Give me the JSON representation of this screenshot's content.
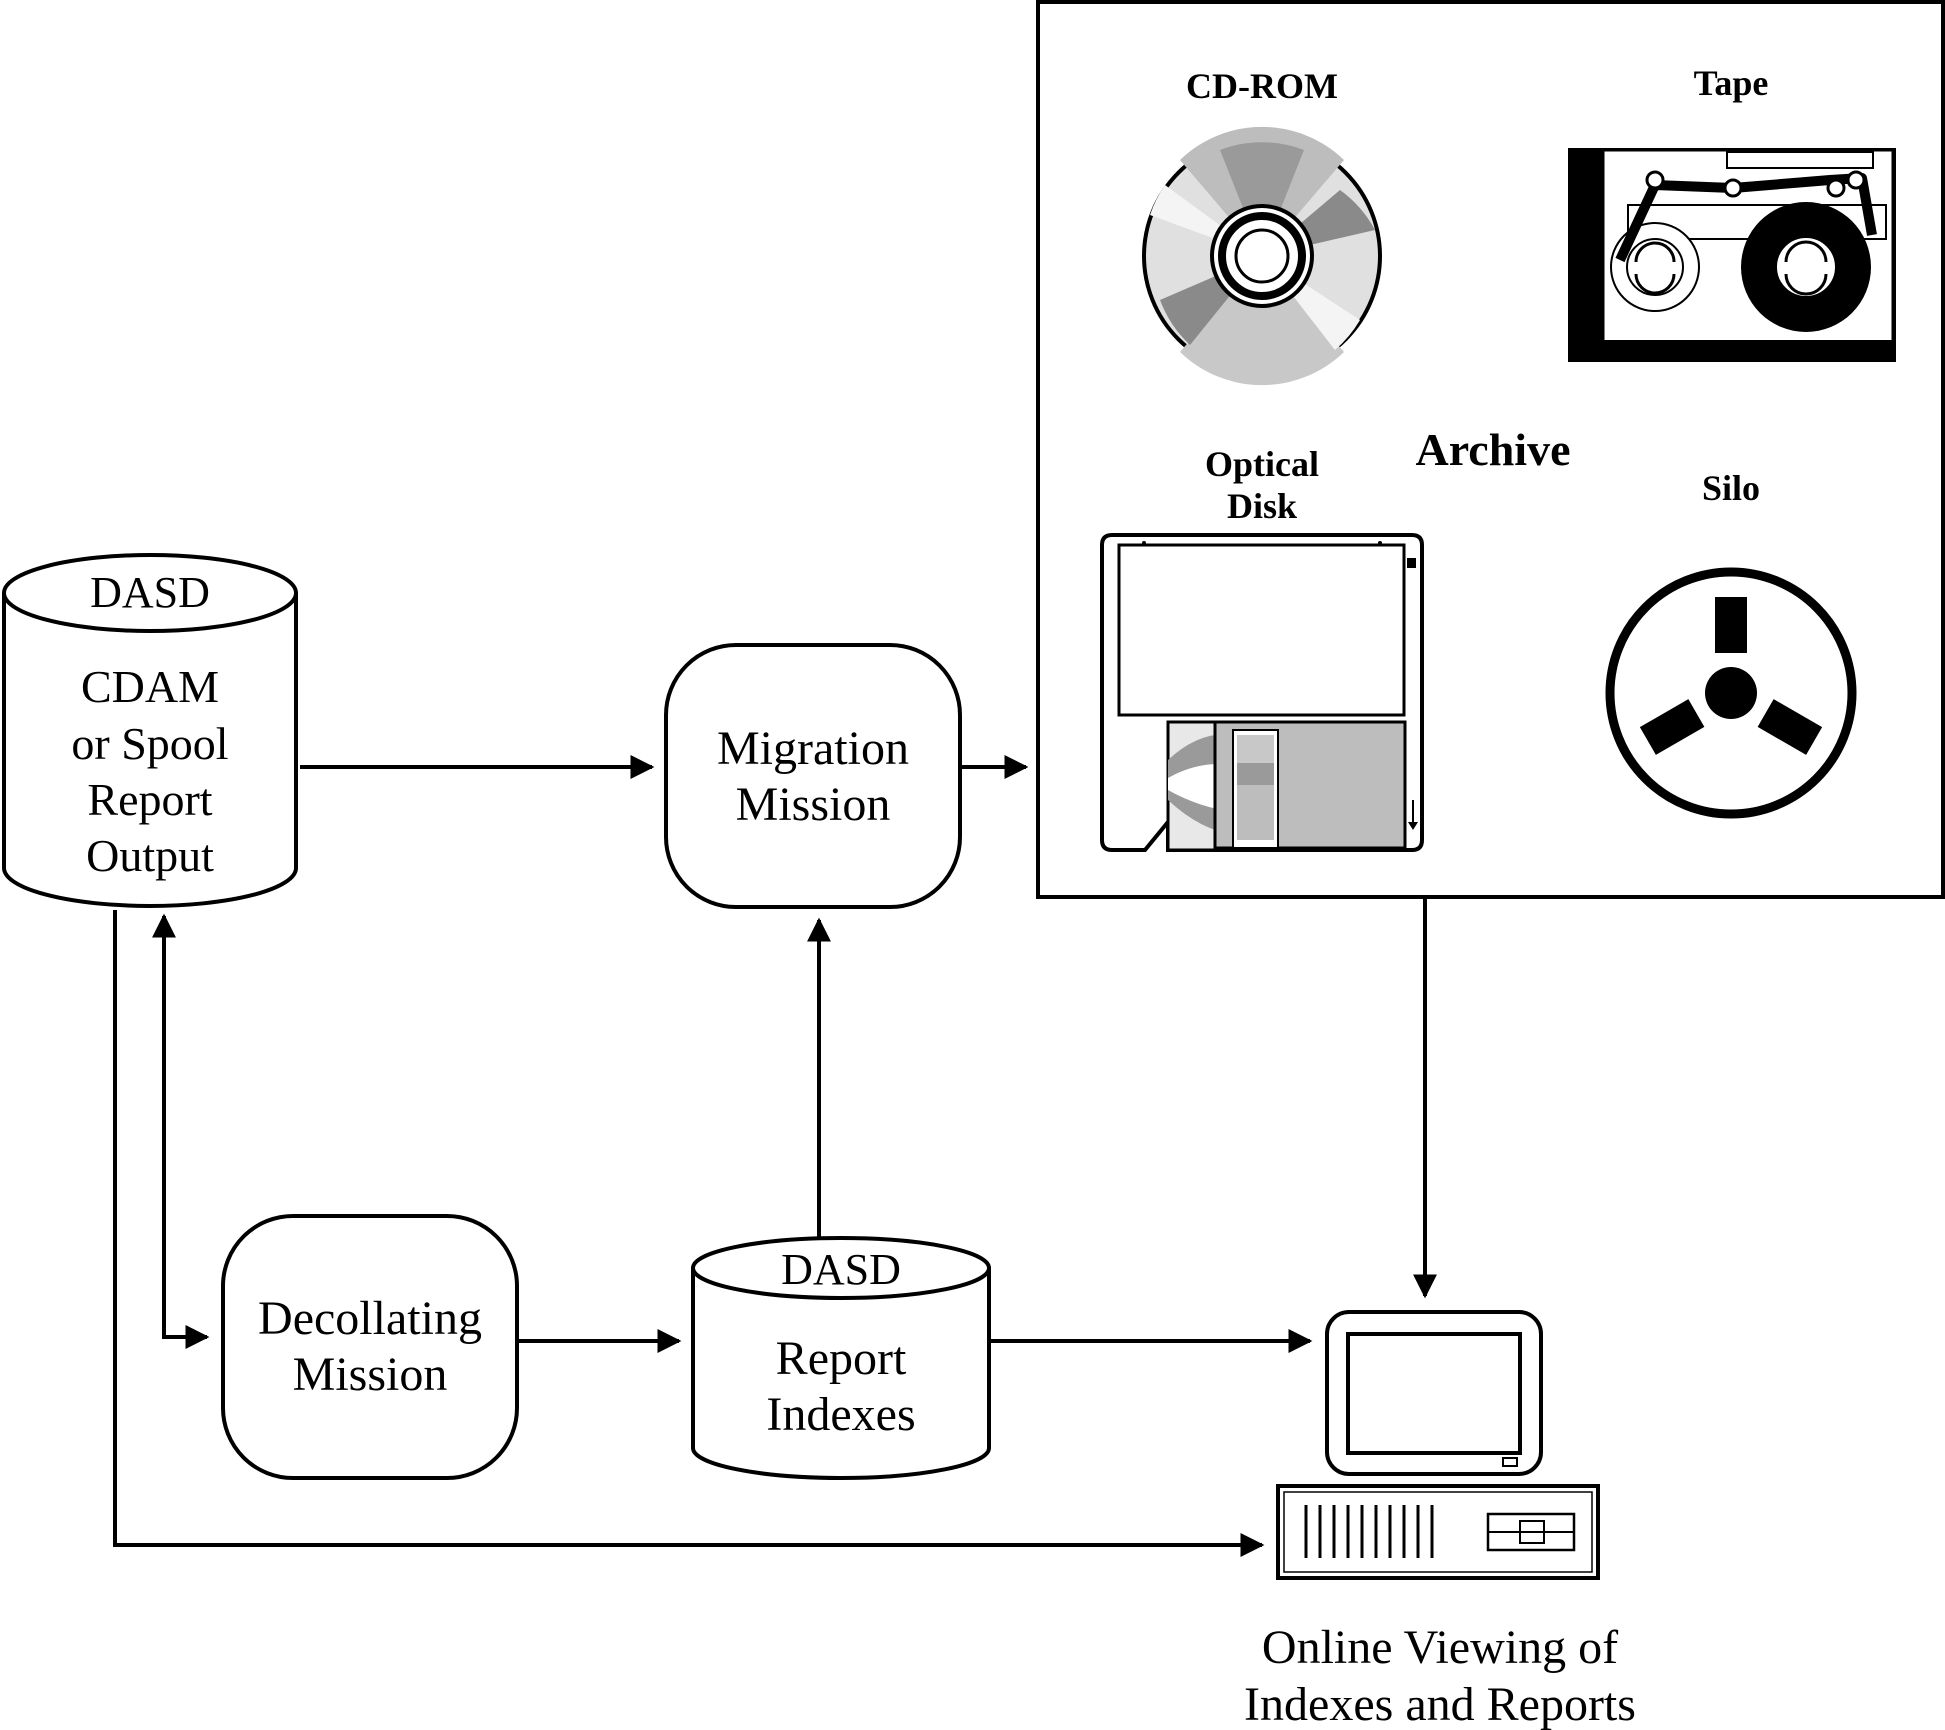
{
  "dasd_spool": {
    "cap_label": "DASD",
    "lines": [
      "CDAM",
      "or Spool",
      "Report",
      "Output"
    ]
  },
  "migration": {
    "lines": [
      "Migration",
      "Mission"
    ]
  },
  "decollating": {
    "lines": [
      "Decollating",
      "Mission"
    ]
  },
  "dasd_index": {
    "cap_label": "DASD",
    "lines": [
      "Report",
      "Indexes"
    ]
  },
  "archive": {
    "title": "Archive",
    "cdrom_label": "CD-ROM",
    "tape_label": "Tape",
    "optical_lines": [
      "Optical",
      "Disk"
    ],
    "silo_label": "Silo"
  },
  "viewing": {
    "lines": [
      "Online Viewing of",
      "Indexes and Reports"
    ]
  }
}
